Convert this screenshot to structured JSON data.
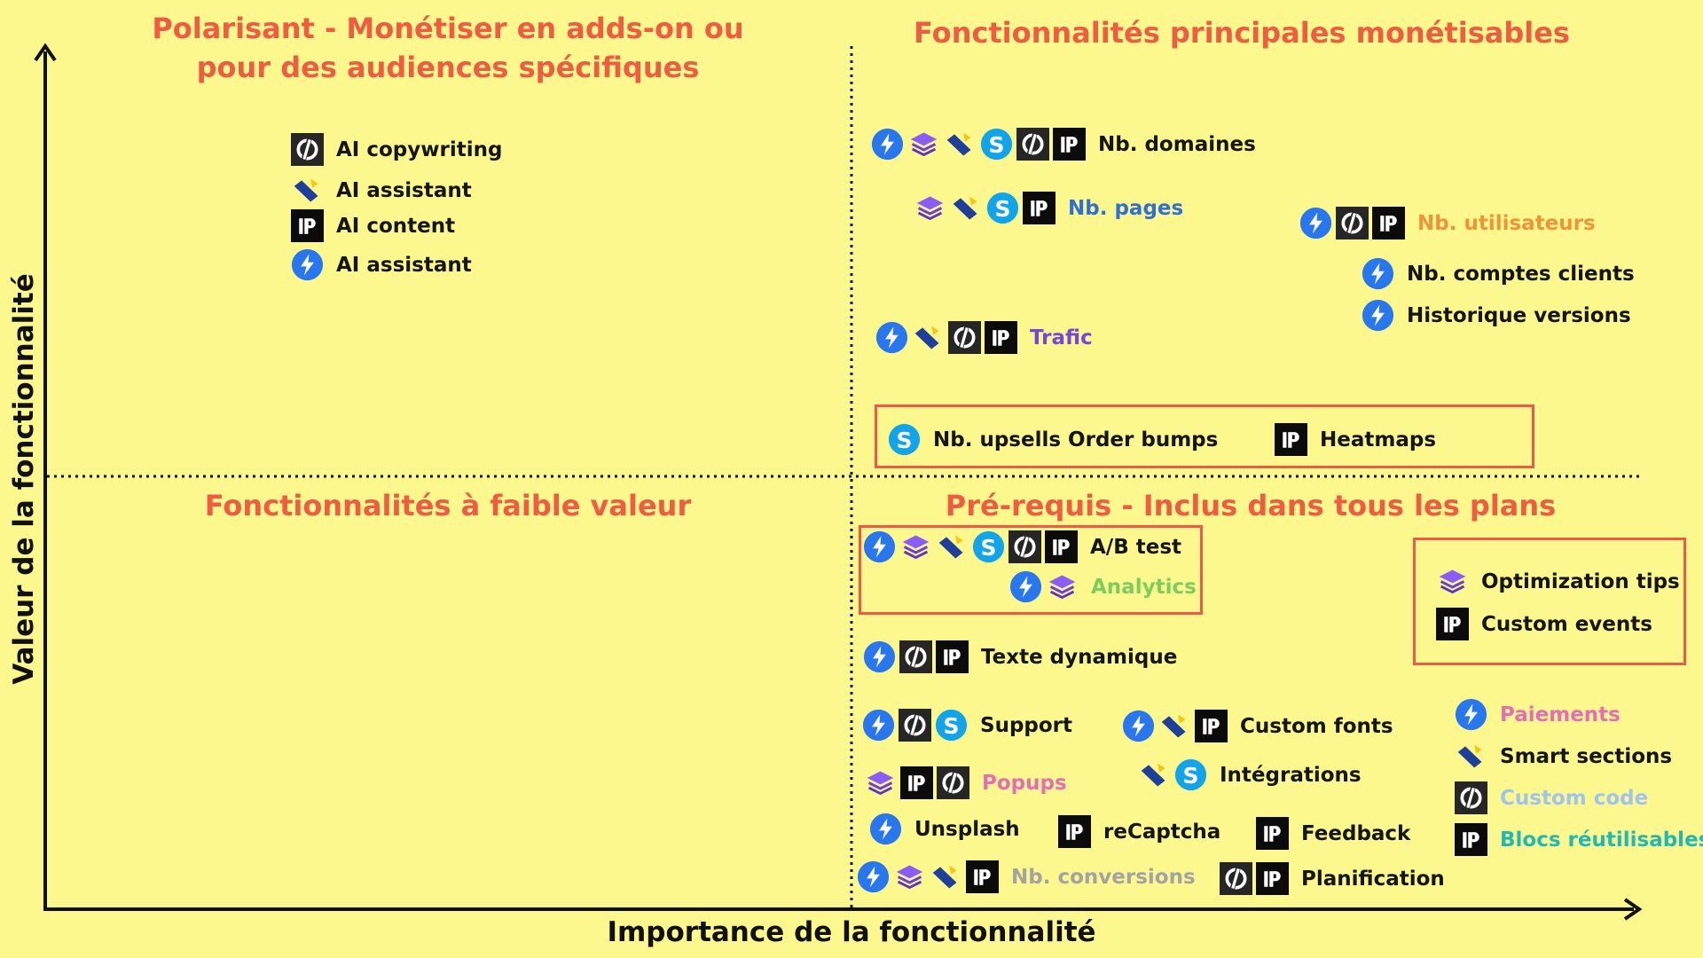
{
  "colors": {
    "background": "#fdf88e",
    "title": "#ef5c42",
    "frame": "#ee5a48",
    "blue_label": "#2f6fd6",
    "orange_label": "#f0943a",
    "violet_label": "#7447d8",
    "green_label": "#7ccd5c",
    "pink_label": "#e36fb8",
    "gray_label": "#a3a3a3",
    "lightblue_label": "#9ec4ef",
    "teal_label": "#21b8b8"
  },
  "axes": {
    "x_label": "Importance de la fonctionnalité",
    "y_label": "Valeur de la fonctionnalité"
  },
  "quadrants": {
    "top_left": "Polarisant - Monétiser en adds-on ou pour des audiences spécifiques",
    "top_right": "Fonctionnalités principales monétisables",
    "bottom_left": "Fonctionnalités à faible valeur",
    "bottom_right": "Pré-requis - Inclus dans tous les plans"
  },
  "legend_top_left": [
    {
      "icon": "slash-logo-icon",
      "label": "AI copywriting"
    },
    {
      "icon": "ribbon-logo-icon",
      "label": "AI assistant"
    },
    {
      "icon": "ip-logo-icon",
      "label": "AI content"
    },
    {
      "icon": "bolt-logo-icon",
      "label": "AI assistant"
    }
  ],
  "features": [
    {
      "label": "Nb. domaines",
      "icons": [
        "bolt-logo-icon",
        "layers-logo-icon",
        "ribbon-logo-icon",
        "s-logo-icon",
        "slash-logo-icon",
        "ip-logo-icon"
      ]
    },
    {
      "label": "Nb. pages",
      "icons": [
        "layers-logo-icon",
        "ribbon-logo-icon",
        "s-logo-icon",
        "ip-logo-icon"
      ]
    },
    {
      "label": "Nb. utilisateurs",
      "icons": [
        "bolt-logo-icon",
        "slash-logo-icon",
        "ip-logo-icon"
      ]
    },
    {
      "label": "Nb. comptes clients",
      "icons": [
        "bolt-logo-icon"
      ]
    },
    {
      "label": "Historique versions",
      "icons": [
        "bolt-logo-icon"
      ]
    },
    {
      "label": "Trafic",
      "icons": [
        "bolt-logo-icon",
        "ribbon-logo-icon",
        "slash-logo-icon",
        "ip-logo-icon"
      ]
    },
    {
      "label": "Nb. upsells Order bumps",
      "icons": [
        "s-logo-icon"
      ]
    },
    {
      "label": "Heatmaps",
      "icons": [
        "ip-logo-icon"
      ]
    },
    {
      "label": "A/B test",
      "icons": [
        "bolt-logo-icon",
        "layers-logo-icon",
        "ribbon-logo-icon",
        "s-logo-icon",
        "slash-logo-icon",
        "ip-logo-icon"
      ]
    },
    {
      "label": "Analytics",
      "icons": [
        "bolt-logo-icon",
        "layers-logo-icon"
      ]
    },
    {
      "label": "Optimization tips",
      "icons": [
        "layers-logo-icon"
      ]
    },
    {
      "label": "Custom events",
      "icons": [
        "ip-logo-icon"
      ]
    },
    {
      "label": "Texte dynamique",
      "icons": [
        "bolt-logo-icon",
        "slash-logo-icon",
        "ip-logo-icon"
      ]
    },
    {
      "label": "Support",
      "icons": [
        "bolt-logo-icon",
        "slash-logo-icon",
        "s-logo-icon"
      ]
    },
    {
      "label": "Custom fonts",
      "icons": [
        "bolt-logo-icon",
        "ribbon-logo-icon",
        "ip-logo-icon"
      ]
    },
    {
      "label": "Paiements",
      "icons": [
        "bolt-logo-icon"
      ]
    },
    {
      "label": "Smart sections",
      "icons": [
        "ribbon-logo-icon"
      ]
    },
    {
      "label": "Popups",
      "icons": [
        "layers-logo-icon",
        "ip-logo-icon",
        "slash-logo-icon"
      ]
    },
    {
      "label": "Intégrations",
      "icons": [
        "ribbon-logo-icon",
        "s-logo-icon"
      ]
    },
    {
      "label": "Custom code",
      "icons": [
        "slash-logo-icon"
      ]
    },
    {
      "label": "Unsplash",
      "icons": [
        "bolt-logo-icon"
      ]
    },
    {
      "label": "reCaptcha",
      "icons": [
        "ip-logo-icon"
      ]
    },
    {
      "label": "Feedback",
      "icons": [
        "ip-logo-icon"
      ]
    },
    {
      "label": "Blocs réutilisables",
      "icons": [
        "ip-logo-icon"
      ]
    },
    {
      "label": "Nb. conversions",
      "icons": [
        "bolt-logo-icon",
        "layers-logo-icon",
        "ribbon-logo-icon",
        "ip-logo-icon"
      ]
    },
    {
      "label": "Planification",
      "icons": [
        "slash-logo-icon",
        "ip-logo-icon"
      ]
    }
  ]
}
